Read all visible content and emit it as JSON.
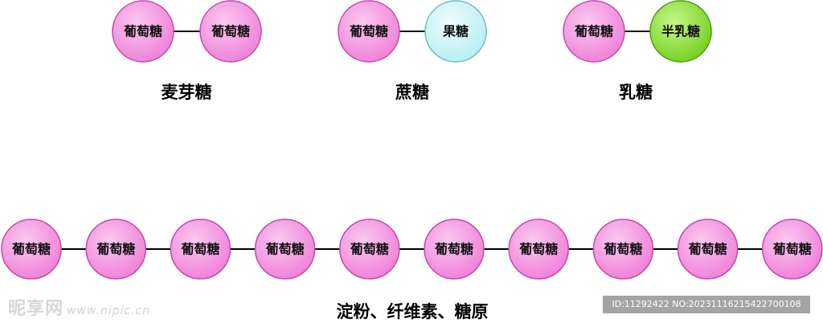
{
  "colors": {
    "glucose": "#f48fe1",
    "glucose_edge": "#c24aa8",
    "fructose": "#c8f5f8",
    "fructose_edge": "#6fb9c4",
    "galactose": "#8ee03a",
    "galactose_edge": "#4c9a18",
    "bond": "#000000"
  },
  "disaccharides": [
    {
      "name": "麦芽糖",
      "units": [
        "葡萄糖",
        "葡萄糖"
      ],
      "types": [
        "glucose",
        "glucose"
      ]
    },
    {
      "name": "蔗糖",
      "units": [
        "葡萄糖",
        "果糖"
      ],
      "types": [
        "glucose",
        "fructose"
      ]
    },
    {
      "name": "乳糖",
      "units": [
        "葡萄糖",
        "半乳糖"
      ],
      "types": [
        "glucose",
        "galactose"
      ]
    }
  ],
  "polysaccharide": {
    "name": "淀粉、纤维素、糖原",
    "units": [
      "葡萄糖",
      "葡萄糖",
      "葡萄糖",
      "葡萄糖",
      "葡萄糖",
      "葡萄糖",
      "葡萄糖",
      "葡萄糖",
      "葡萄糖",
      "葡萄糖"
    ]
  },
  "watermark": {
    "logo": "昵享网",
    "url": "www.nipic.cn",
    "id_text": "ID:11292422 NO:20231116215422700108"
  }
}
